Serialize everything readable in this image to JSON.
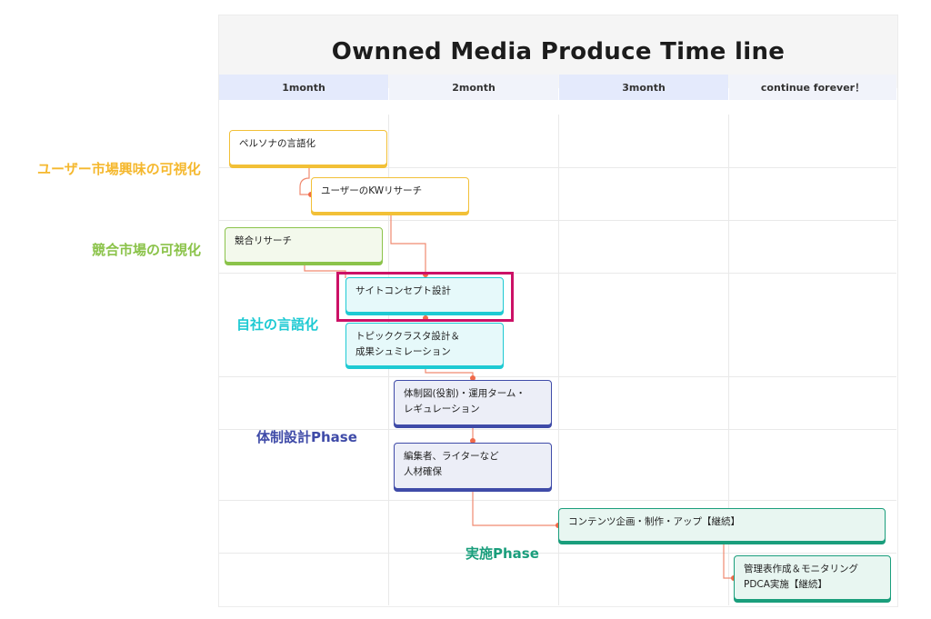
{
  "title": "Ownned Media Produce Time line",
  "columns": [
    "1month",
    "2month",
    "3month",
    "continue forever！"
  ],
  "colors": {
    "yellow": "#f2c037",
    "green": "#8bc34a",
    "cyan": "#1ecad3",
    "indigo": "#3f4ba8",
    "teal": "#1a9e7c",
    "connector": "#f08a70",
    "highlight": "#cc1166"
  },
  "lanes": [
    {
      "label": "ユーザー市場興味の可視化",
      "color": "#f5b82e"
    },
    {
      "label": "競合市場の可視化",
      "color": "#8bc34a"
    },
    {
      "label": "自社の言語化",
      "color": "#1ecad3"
    },
    {
      "label": "体制設計Phase",
      "color": "#3f4ba8"
    },
    {
      "label": "実施Phase",
      "color": "#1a9e7c"
    }
  ],
  "tasks": [
    {
      "lines": [
        "ペルソナの言語化"
      ]
    },
    {
      "lines": [
        "ユーザーのKWリサーチ"
      ]
    },
    {
      "lines": [
        "競合リサーチ"
      ]
    },
    {
      "lines": [
        "サイトコンセプト設計"
      ]
    },
    {
      "lines": [
        "トピッククラスタ設計＆",
        "成果シュミレーション"
      ]
    },
    {
      "lines": [
        "体制図(役割)・運用ターム・",
        "レギュレーション"
      ]
    },
    {
      "lines": [
        "編集者、ライターなど",
        "人材確保"
      ]
    },
    {
      "lines": [
        "コンテンツ企画・制作・アップ【継続】"
      ]
    },
    {
      "lines": [
        "管理表作成＆モニタリング",
        "PDCA実施【継続】"
      ]
    }
  ]
}
